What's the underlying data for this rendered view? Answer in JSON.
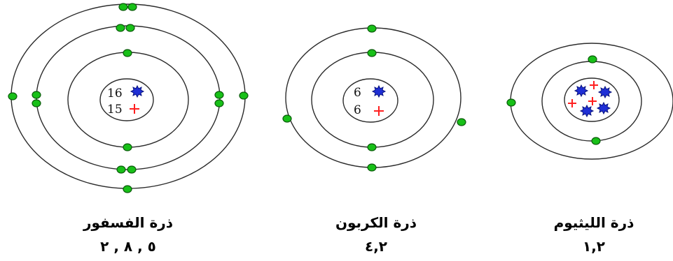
{
  "atoms": [
    {
      "key": "phosphorus",
      "name": "ذرة الفسفور",
      "config": "٥ , ٨ , ٢",
      "neutron_count": "16",
      "proton_count": "15"
    },
    {
      "key": "carbon",
      "name": "ذرة الكربون",
      "config": "٤,٢",
      "neutron_count": "6",
      "proton_count": "6"
    },
    {
      "key": "lithium",
      "name": "ذرة الليثيوم",
      "config": "١,٢"
    }
  ],
  "colors": {
    "electron": "#18c018",
    "neutron": "#1f2fd6",
    "proton": "#ff1f1f"
  }
}
